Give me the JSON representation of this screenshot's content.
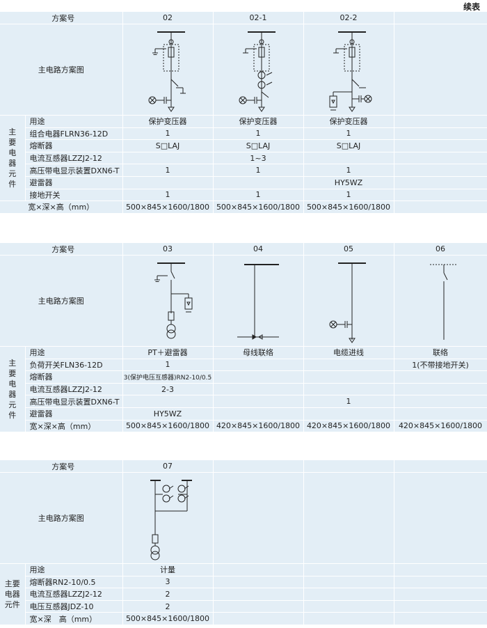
{
  "continued_label": "续表",
  "labels": {
    "scheme_no": "方案号",
    "diagram": "主电路方案图",
    "usage": "用途",
    "main_components": [
      "主",
      "要",
      "电",
      "器",
      "元",
      "件"
    ],
    "main_components_t3": [
      "主要",
      "电器",
      "元件"
    ],
    "dims": "宽×深×高（mm）",
    "dims_t3": "宽×深　高（mm）"
  },
  "table1": {
    "schemes": [
      "02",
      "02-1",
      "02-2",
      ""
    ],
    "usage": [
      "保护变压器",
      "保护变压器",
      "保护变压器",
      ""
    ],
    "rows": [
      {
        "name": "组合电器FLRN36-12D",
        "values": [
          "1",
          "1",
          "1",
          ""
        ]
      },
      {
        "name": "熔断器",
        "values": [
          "S□LAJ",
          "S□LAJ",
          "S□LAJ",
          ""
        ]
      },
      {
        "name": "电流互感器LZZJ2-12",
        "values": [
          "",
          "1~3",
          "",
          ""
        ]
      },
      {
        "name": "高压带电显示装置DXN6-T",
        "values": [
          "1",
          "1",
          "1",
          ""
        ]
      },
      {
        "name": "避雷器",
        "values": [
          "",
          "",
          "HY5WZ",
          ""
        ]
      },
      {
        "name": "接地开关",
        "values": [
          "1",
          "1",
          "1",
          ""
        ]
      }
    ],
    "dims": [
      "500×845×1600/1800",
      "500×845×1600/1800",
      "500×845×1600/1800",
      ""
    ]
  },
  "table2": {
    "schemes": [
      "03",
      "04",
      "05",
      "06"
    ],
    "usage": [
      "PT＋避雷器",
      "母线联络",
      "电缆进线",
      "联络"
    ],
    "rows": [
      {
        "name": "负荷开关FLN36-12D",
        "values": [
          "1",
          "",
          "",
          "1(不带接地开关)"
        ]
      },
      {
        "name": "熔断器",
        "values": [
          "3(保护电压互感器)RN2-10/0.5",
          "",
          "",
          ""
        ]
      },
      {
        "name": "电流互感器LZZJ2-12",
        "values": [
          "2-3",
          "",
          "",
          ""
        ]
      },
      {
        "name": "高压带电显示装置DXN6-T",
        "values": [
          "",
          "",
          "1",
          ""
        ]
      },
      {
        "name": "避雷器",
        "values": [
          "HY5WZ",
          "",
          "",
          ""
        ]
      }
    ],
    "dims": [
      "500×845×1600/1800",
      "420×845×1600/1800",
      "420×845×1600/1800",
      "420×845×1600/1800"
    ]
  },
  "table3": {
    "schemes": [
      "07",
      "",
      "",
      ""
    ],
    "usage": [
      "计量",
      "",
      "",
      ""
    ],
    "rows": [
      {
        "name": "熔断器RN2-10/0.5",
        "values": [
          "3",
          "",
          "",
          ""
        ]
      },
      {
        "name": "电流互感器LZZJ2-12",
        "values": [
          "2",
          "",
          "",
          ""
        ]
      },
      {
        "name": "电压互感器JDZ-10",
        "values": [
          "2",
          "",
          "",
          ""
        ]
      }
    ],
    "dims": [
      "500×845×1600/1800",
      "",
      "",
      ""
    ]
  }
}
